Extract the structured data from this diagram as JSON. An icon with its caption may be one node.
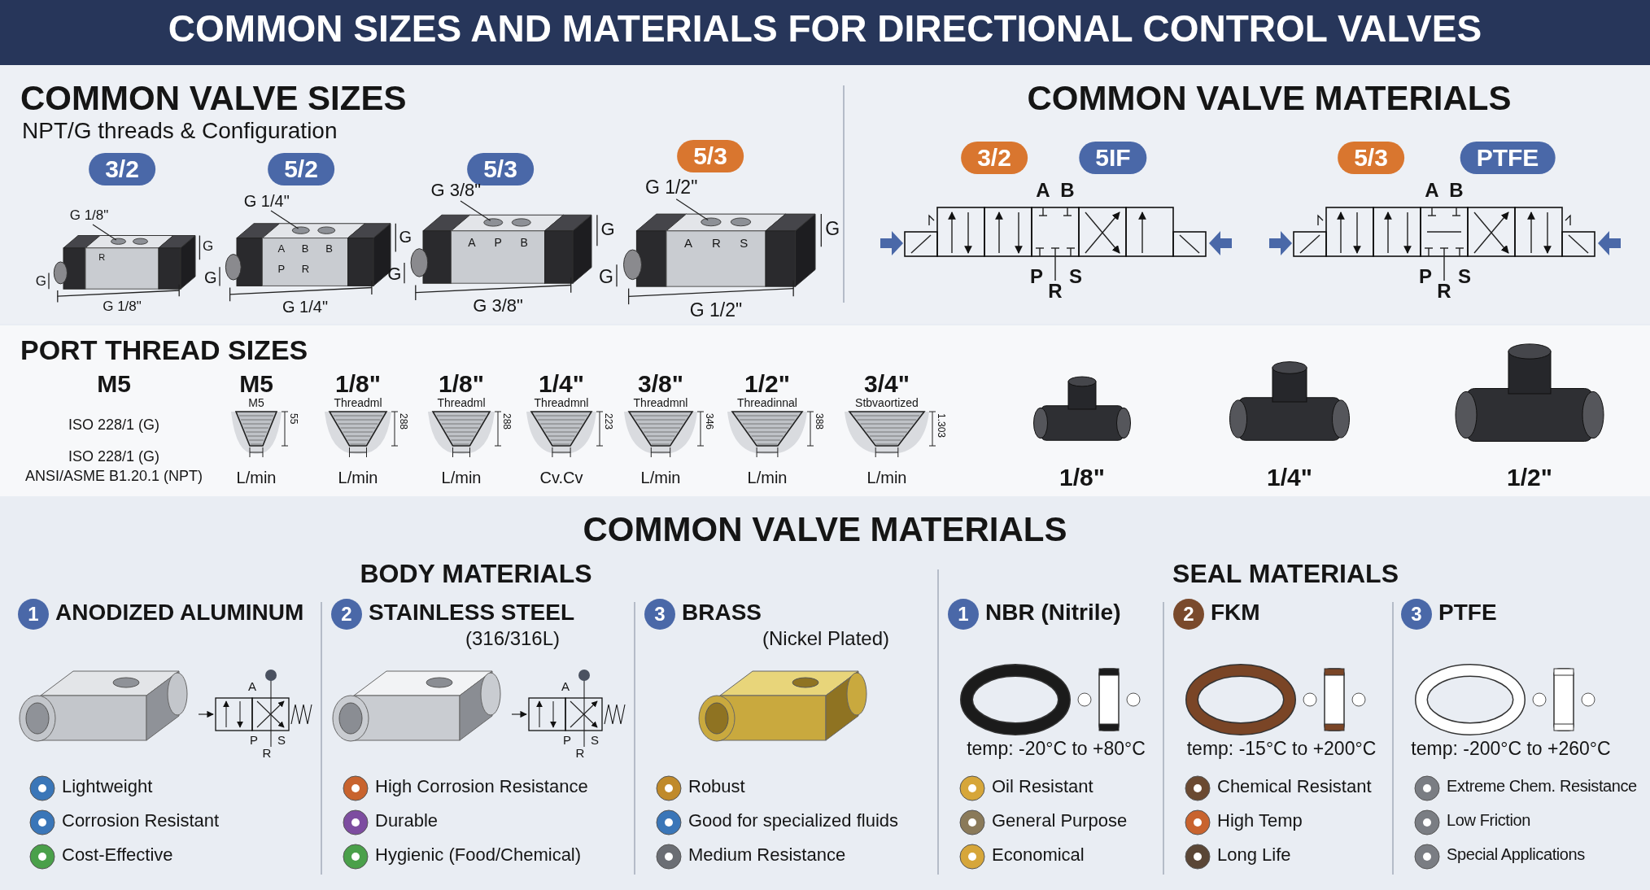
{
  "diagram": {
    "title": "COMMON SIZES AND MATERIALS FOR DIRECTIONAL CONTROL VALVES",
    "nodes": [
      {
        "text": [
          "3/2"
        ]
      },
      {
        "text": [
          "5/2"
        ]
      },
      {
        "text": [
          "5/3"
        ]
      },
      {
        "text": [
          "5/3"
        ]
      },
      {
        "text": [
          "3/2"
        ]
      },
      {
        "text": [
          "5IF"
        ]
      },
      {
        "text": [
          "5/3"
        ]
      },
      {
        "text": [
          "PTFE"
        ]
      },
      {
        "text": [
          "1"
        ],
        "beside": [
          "ANODIZED ALUMINUM"
        ]
      },
      {
        "text": [
          "2"
        ],
        "beside": [
          "STAINLESS STEEL"
        ]
      },
      {
        "text": [
          "3"
        ],
        "beside": [
          "BRASS"
        ]
      },
      {
        "text": [
          "1"
        ],
        "beside": [
          "**NBR** (Nitrile)"
        ]
      },
      {
        "text": [
          "2"
        ],
        "beside": [
          "FKM"
        ]
      },
      {
        "text": [
          "3"
        ],
        "beside": [
          "PTFE"
        ]
      }
    ],
    "labels": [
      "COMMON VALVE SIZES",
      "NPT/G threads & Configuration",
      "G 1/8\"",
      "G",
      "G",
      "R",
      "G 1/8\"",
      "G 1/4\"",
      "G",
      "G",
      "A",
      "B",
      "B",
      "P",
      "R",
      "G 1/4\"",
      "G 3/8\"",
      "G",
      "G",
      "A",
      "P",
      "B",
      "G 3/8\"",
      "G 1/2\"",
      "G",
      "G",
      "A",
      "R",
      "S",
      "G 1/2\"",
      "COMMON VALVE MATERIALS",
      "A",
      "B",
      "P",
      "R",
      "S",
      "A",
      "B",
      "P",
      "R",
      "S",
      "PORT THREAD SIZES",
      "M5",
      "ISO 228/1 (G)",
      "ISO 228/1 (G)",
      "ANSI/ASME B1.20.1 (NPT)",
      "M5",
      "M5",
      "55",
      "L/min",
      "1/8\"",
      "Threadml",
      "288",
      "L/min",
      "1/8\"",
      "Threadml",
      "288",
      "L/min",
      "1/4\"",
      "Threadmnl",
      "223",
      "Cv.Cv",
      "3/8\"",
      "Threadmnl",
      "346",
      "L/min",
      "1/2\"",
      "Threadinnal",
      "388",
      "L/min",
      "3/4\"",
      "Stbvaortized",
      "1.303",
      "L/min",
      "1/8\"",
      "1/4\"",
      "1/2\"",
      "COMMON VALVE MATERIALS",
      "BODY MATERIALS",
      "SEAL MATERIALS",
      "A",
      "P",
      "R",
      "S",
      "Lightweight",
      "Corrosion Resistant",
      "Cost-Effective",
      "(316/316L)",
      "A",
      "P",
      "R",
      "S",
      "High Corrosion Resistance",
      "Durable",
      "Hygienic (Food/Chemical)",
      "(Nickel Plated)",
      "Robust",
      "Good for specialized fluids",
      "Medium Resistance",
      "temp: -20°C to +80°C",
      "Oil Resistant",
      "General Purpose",
      "Economical",
      "temp: -15°C to +200°C",
      "Chemical Resistant",
      "High Temp",
      "Long Life",
      "temp: -200°C to +260°C",
      "Extreme Chem. Resistance",
      "Low Friction",
      "Special Applications"
    ]
  }
}
